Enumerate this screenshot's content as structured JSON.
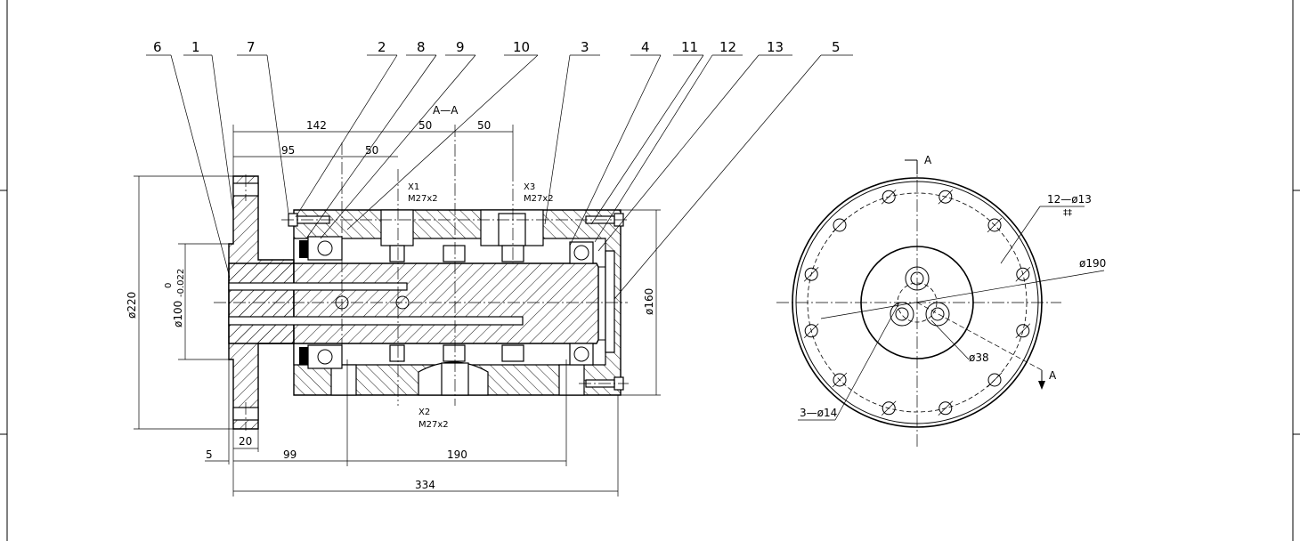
{
  "balloons": [
    "6",
    "1",
    "7",
    "2",
    "8",
    "9",
    "10",
    "3",
    "4",
    "11",
    "12",
    "13",
    "5"
  ],
  "section_label": "A—A",
  "dimensions": {
    "d142": "142",
    "d95": "95",
    "d50a": "50",
    "d50b": "50",
    "d50c": "50",
    "d5": "5",
    "d20": "20",
    "d99": "99",
    "d190": "190",
    "d334": "334",
    "dia220": "ø220",
    "dia100": "ø100",
    "dia100_tol_upper": "0",
    "dia100_tol_lower": "-0.022",
    "dia160": "ø160"
  },
  "ports": {
    "x1": {
      "name": "X1",
      "thread": "M27x2"
    },
    "x2": {
      "name": "X2",
      "thread": "M27x2"
    },
    "x3": {
      "name": "X3",
      "thread": "M27x2"
    }
  },
  "end_view": {
    "cut_label_top": "A",
    "cut_label_bottom": "A",
    "holes_callout": "12—ø13",
    "holes_sub": "‡‡",
    "pcd": "ø190",
    "center_dia": "ø38",
    "ports_callout": "3—ø14"
  }
}
